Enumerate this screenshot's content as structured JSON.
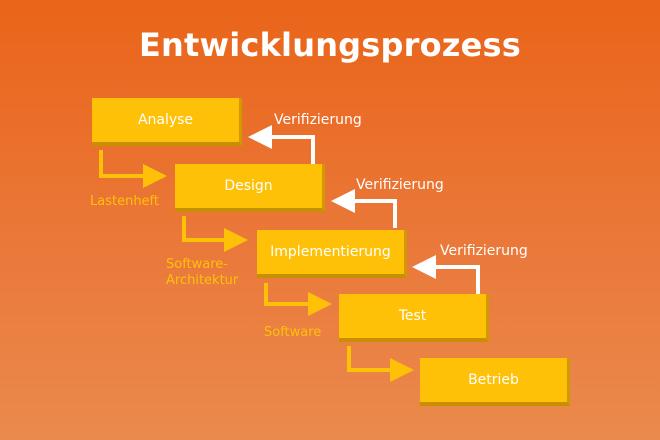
{
  "title": "Entwicklungsprozess",
  "phases": [
    "Analyse",
    "Design",
    "Implementierung",
    "Test",
    "Betrieb"
  ],
  "verification_label": "Verifizierung",
  "outputs": [
    "Lastenheft",
    "Software-\nArchitektur",
    "Software"
  ],
  "colors": {
    "phase_box": "#fec107",
    "down_arrow": "#fec107",
    "up_arrow": "#ffffff",
    "output_label": "#fec107"
  }
}
